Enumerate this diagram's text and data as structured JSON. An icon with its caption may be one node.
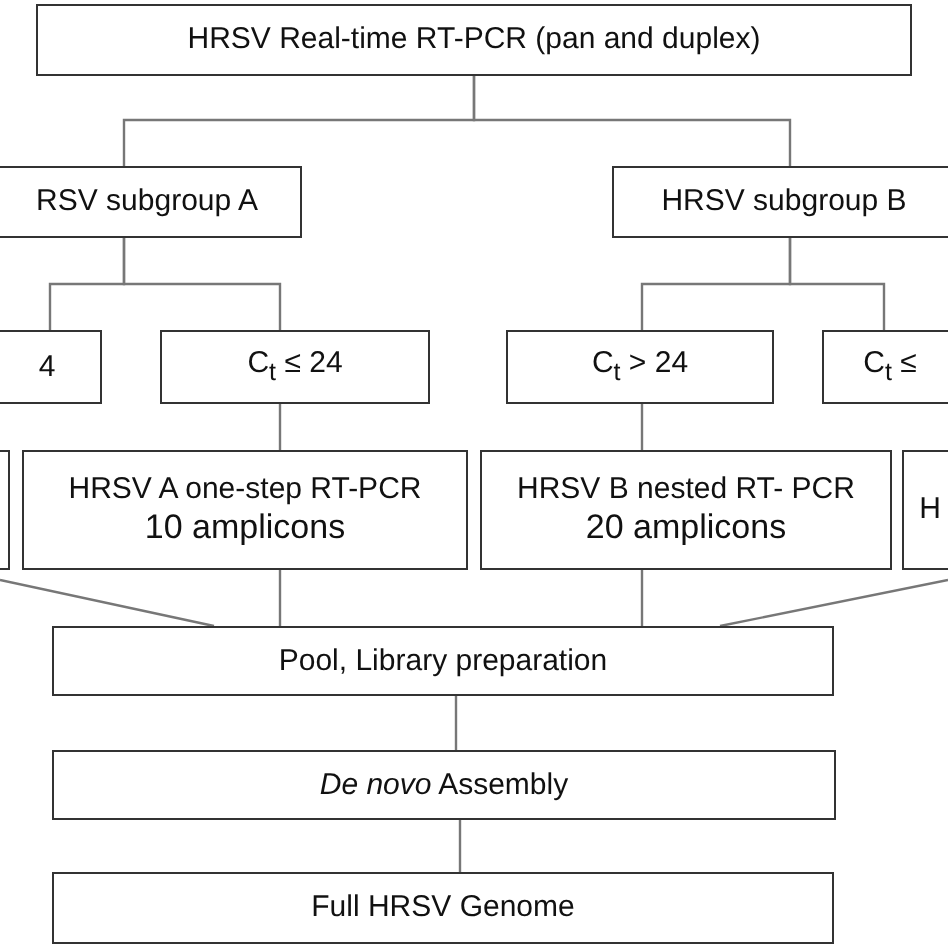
{
  "diagram": {
    "nodes": [
      {
        "text": [
          "HRSV Real-time RT-PCR (pan and duplex)"
        ]
      },
      {
        "text": [
          "RSV subgroup A"
        ]
      },
      {
        "text": [
          "HRSV subgroup B"
        ]
      },
      {
        "text": [
          "4"
        ]
      },
      {
        "text": [
          "C$_{t}$ ≤ 24"
        ]
      },
      {
        "text": [
          "C$_{t}$ > 24"
        ]
      },
      {
        "text": [
          "C$_{t}$ ≤"
        ]
      },
      {
        "text": [],
        "shape": "box"
      },
      {
        "text": [
          "HRSV A one-step RT-PCR",
          "10 amplicons"
        ]
      },
      {
        "text": [
          "HRSV B nested RT- PCR",
          "20 amplicons"
        ]
      },
      {
        "text": [
          "H"
        ]
      },
      {
        "text": [
          "Pool, Library preparation"
        ]
      },
      {
        "text": [
          "*De novo* Assembly"
        ]
      },
      {
        "text": [
          "Full HRSV Genome"
        ]
      }
    ],
    "edges": [
      {
        "from": 0,
        "to": 1,
        "arrow": "none"
      },
      {
        "from": 0,
        "to": 2,
        "arrow": "none"
      },
      {
        "from": 1,
        "to": 3,
        "arrow": "none"
      },
      {
        "from": 1,
        "to": 4,
        "arrow": "none"
      },
      {
        "from": 2,
        "to": 5,
        "arrow": "none"
      },
      {
        "from": 2,
        "to": 6,
        "arrow": "none"
      },
      {
        "from": 4,
        "to": 8,
        "arrow": "none"
      },
      {
        "from": 5,
        "to": 9,
        "arrow": "none"
      },
      {
        "from": 7,
        "to": 11,
        "arrow": "none"
      },
      {
        "from": 8,
        "to": 11,
        "arrow": "none"
      },
      {
        "from": 9,
        "to": 11,
        "arrow": "none"
      },
      {
        "from": 10,
        "to": 11,
        "arrow": "none"
      },
      {
        "from": 11,
        "to": 12,
        "arrow": "none"
      },
      {
        "from": 12,
        "to": 13,
        "arrow": "none"
      }
    ]
  }
}
